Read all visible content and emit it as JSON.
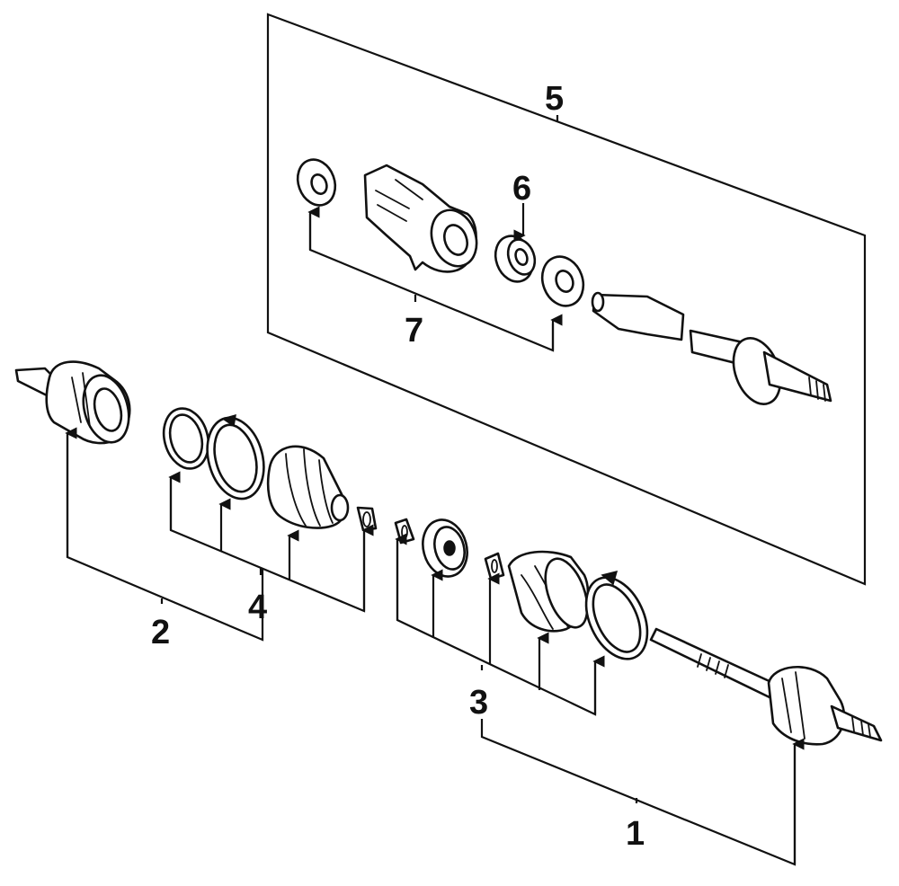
{
  "callouts": {
    "c1": "1",
    "c2": "2",
    "c3": "3",
    "c4": "4",
    "c5": "5",
    "c6": "6",
    "c7": "7"
  },
  "colors": {
    "ink": "#111111",
    "background": "#ffffff"
  }
}
